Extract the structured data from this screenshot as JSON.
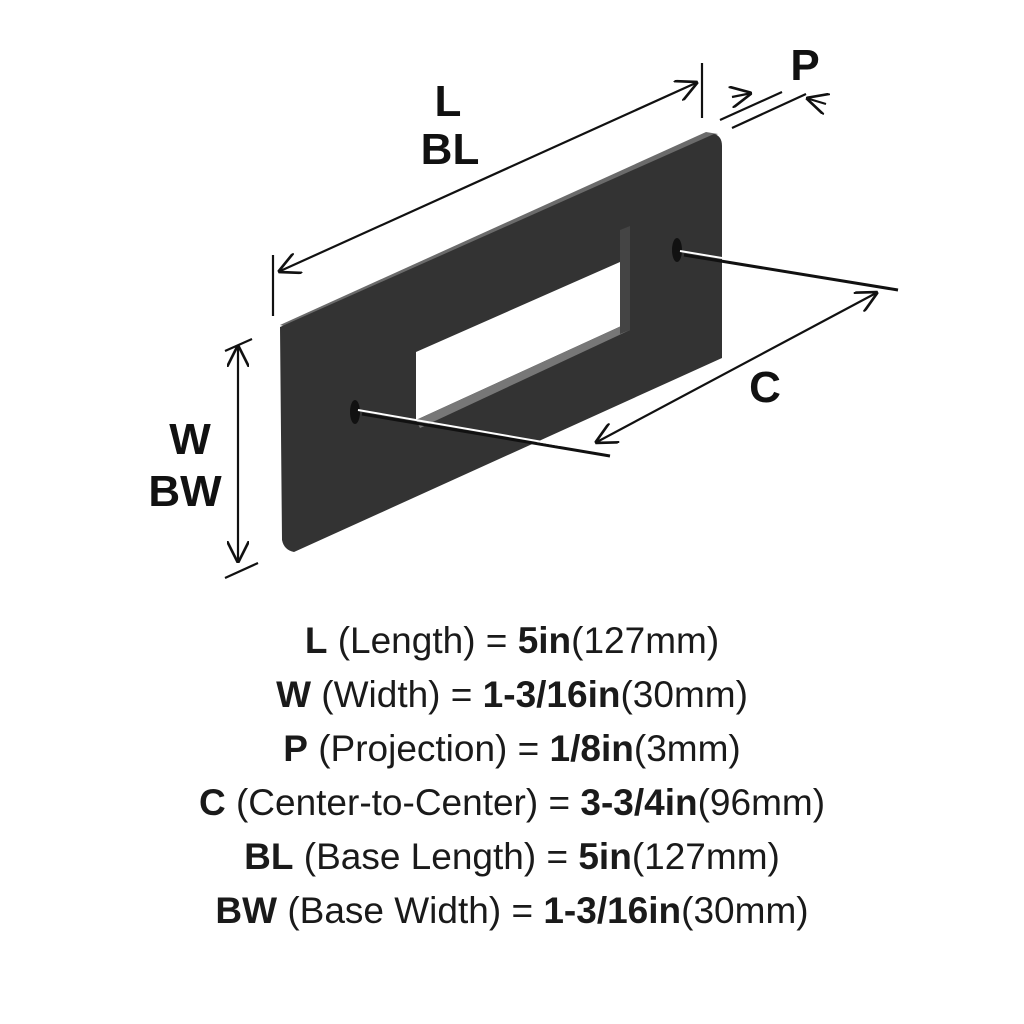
{
  "diagram": {
    "labels": {
      "L": "L",
      "BL": "BL",
      "P": "P",
      "W": "W",
      "BW": "BW",
      "C": "C"
    },
    "plate_color": "#333333"
  },
  "specs": [
    {
      "key": "L",
      "name": "(Length) =",
      "imperial": "5in",
      "metric": "(127mm)"
    },
    {
      "key": "W",
      "name": "(Width) =",
      "imperial": "1-3/16in",
      "metric": "(30mm)"
    },
    {
      "key": "P",
      "name": "(Projection) =",
      "imperial": "1/8in",
      "metric": "(3mm)"
    },
    {
      "key": "C",
      "name": "(Center-to-Center) =",
      "imperial": "3-3/4in",
      "metric": "(96mm)"
    },
    {
      "key": "BL",
      "name": "(Base Length) =",
      "imperial": "5in",
      "metric": "(127mm)"
    },
    {
      "key": "BW",
      "name": "(Base Width) =",
      "imperial": "1-3/16in",
      "metric": "(30mm)"
    }
  ]
}
